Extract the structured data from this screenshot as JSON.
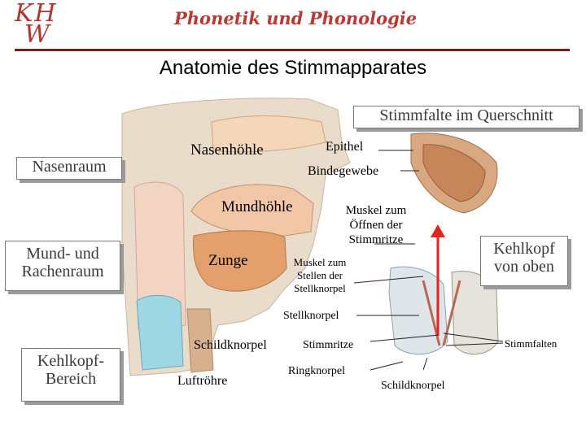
{
  "header": {
    "logo_line1": "KH",
    "logo_line2": "W",
    "title": "Phonetik und Phonologie"
  },
  "slide": {
    "title": "Anatomie des Stimmapparates"
  },
  "side_boxes": {
    "nasenraum": "Nasenraum",
    "mund_rachen_line1": "Mund- und",
    "mund_rachen_line2": "Rachenraum",
    "kehlkopf_bereich_line1": "Kehlkopf-",
    "kehlkopf_bereich_line2": "Bereich",
    "stimmfalte": "Stimmfalte im Querschnitt",
    "kehlkopf_oben_line1": "Kehlkopf",
    "kehlkopf_oben_line2": "von oben"
  },
  "labels": {
    "nasenhoehle": "Nasenhöhle",
    "mundhoehle": "Mundhöhle",
    "zunge": "Zunge",
    "epithel": "Epithel",
    "bindegewebe": "Bindegewebe",
    "muskel_oeffnen_1": "Muskel zum",
    "muskel_oeffnen_2": "Öffnen der",
    "muskel_oeffnen_3": "Stimmritze",
    "muskel_stellen_1": "Muskel zum",
    "muskel_stellen_2": "Stellen der",
    "muskel_stellen_3": "Stellknorpel",
    "stellknorpel": "Stellknorpel",
    "schildknorpel_1": "Schildknorpel",
    "stimmritze": "Stimmritze",
    "ringknorpel": "Ringknorpel",
    "luftroehre": "Luftröhre",
    "schildknorpel_2": "Schildknorpel",
    "stimmfalten": "Stimmfalten"
  },
  "colors": {
    "brand_red": "#b73a34",
    "arrow_red": "#e0251f"
  }
}
